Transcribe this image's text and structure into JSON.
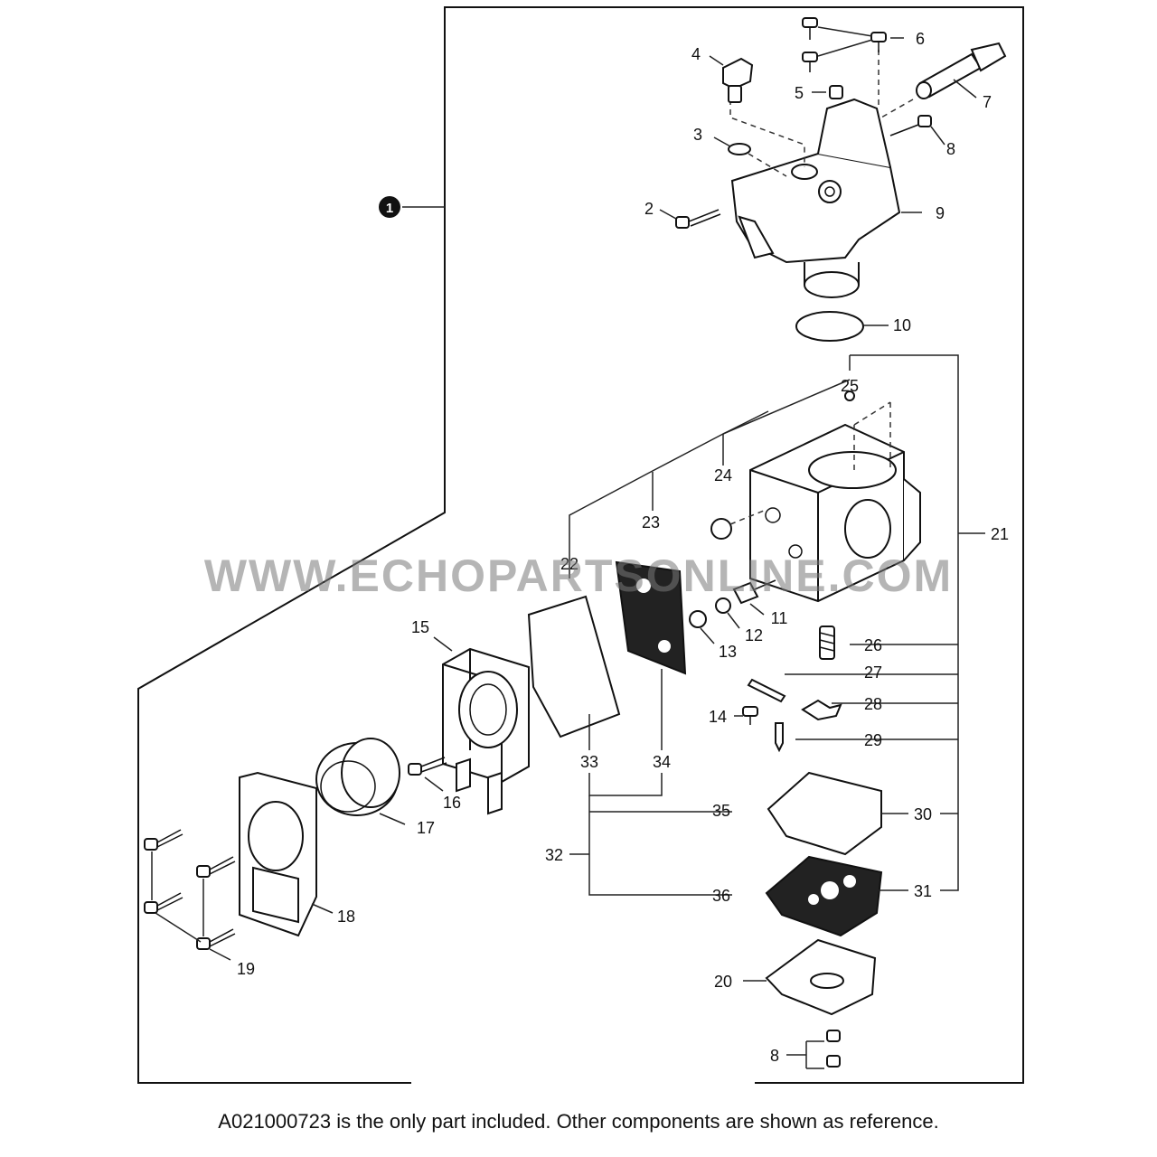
{
  "diagram": {
    "assembly_badge": "1",
    "watermark": "WWW.ECHOPARTSONLINE.COM",
    "caption": "A021000723 is the only part included. Other components are shown as reference.",
    "labels": {
      "p2": "2",
      "p3": "3",
      "p4": "4",
      "p5": "5",
      "p6": "6",
      "p7": "7",
      "p8a": "8",
      "p8b": "8",
      "p9": "9",
      "p10": "10",
      "p11": "11",
      "p12": "12",
      "p13": "13",
      "p14": "14",
      "p15": "15",
      "p16": "16",
      "p17": "17",
      "p18": "18",
      "p19": "19",
      "p20": "20",
      "p21": "21",
      "p22": "22",
      "p23": "23",
      "p24": "24",
      "p25": "25",
      "p26": "26",
      "p27": "27",
      "p28": "28",
      "p29": "29",
      "p30": "30",
      "p31": "31",
      "p32": "32",
      "p33": "33",
      "p34": "34",
      "p35": "35",
      "p36": "36"
    }
  }
}
